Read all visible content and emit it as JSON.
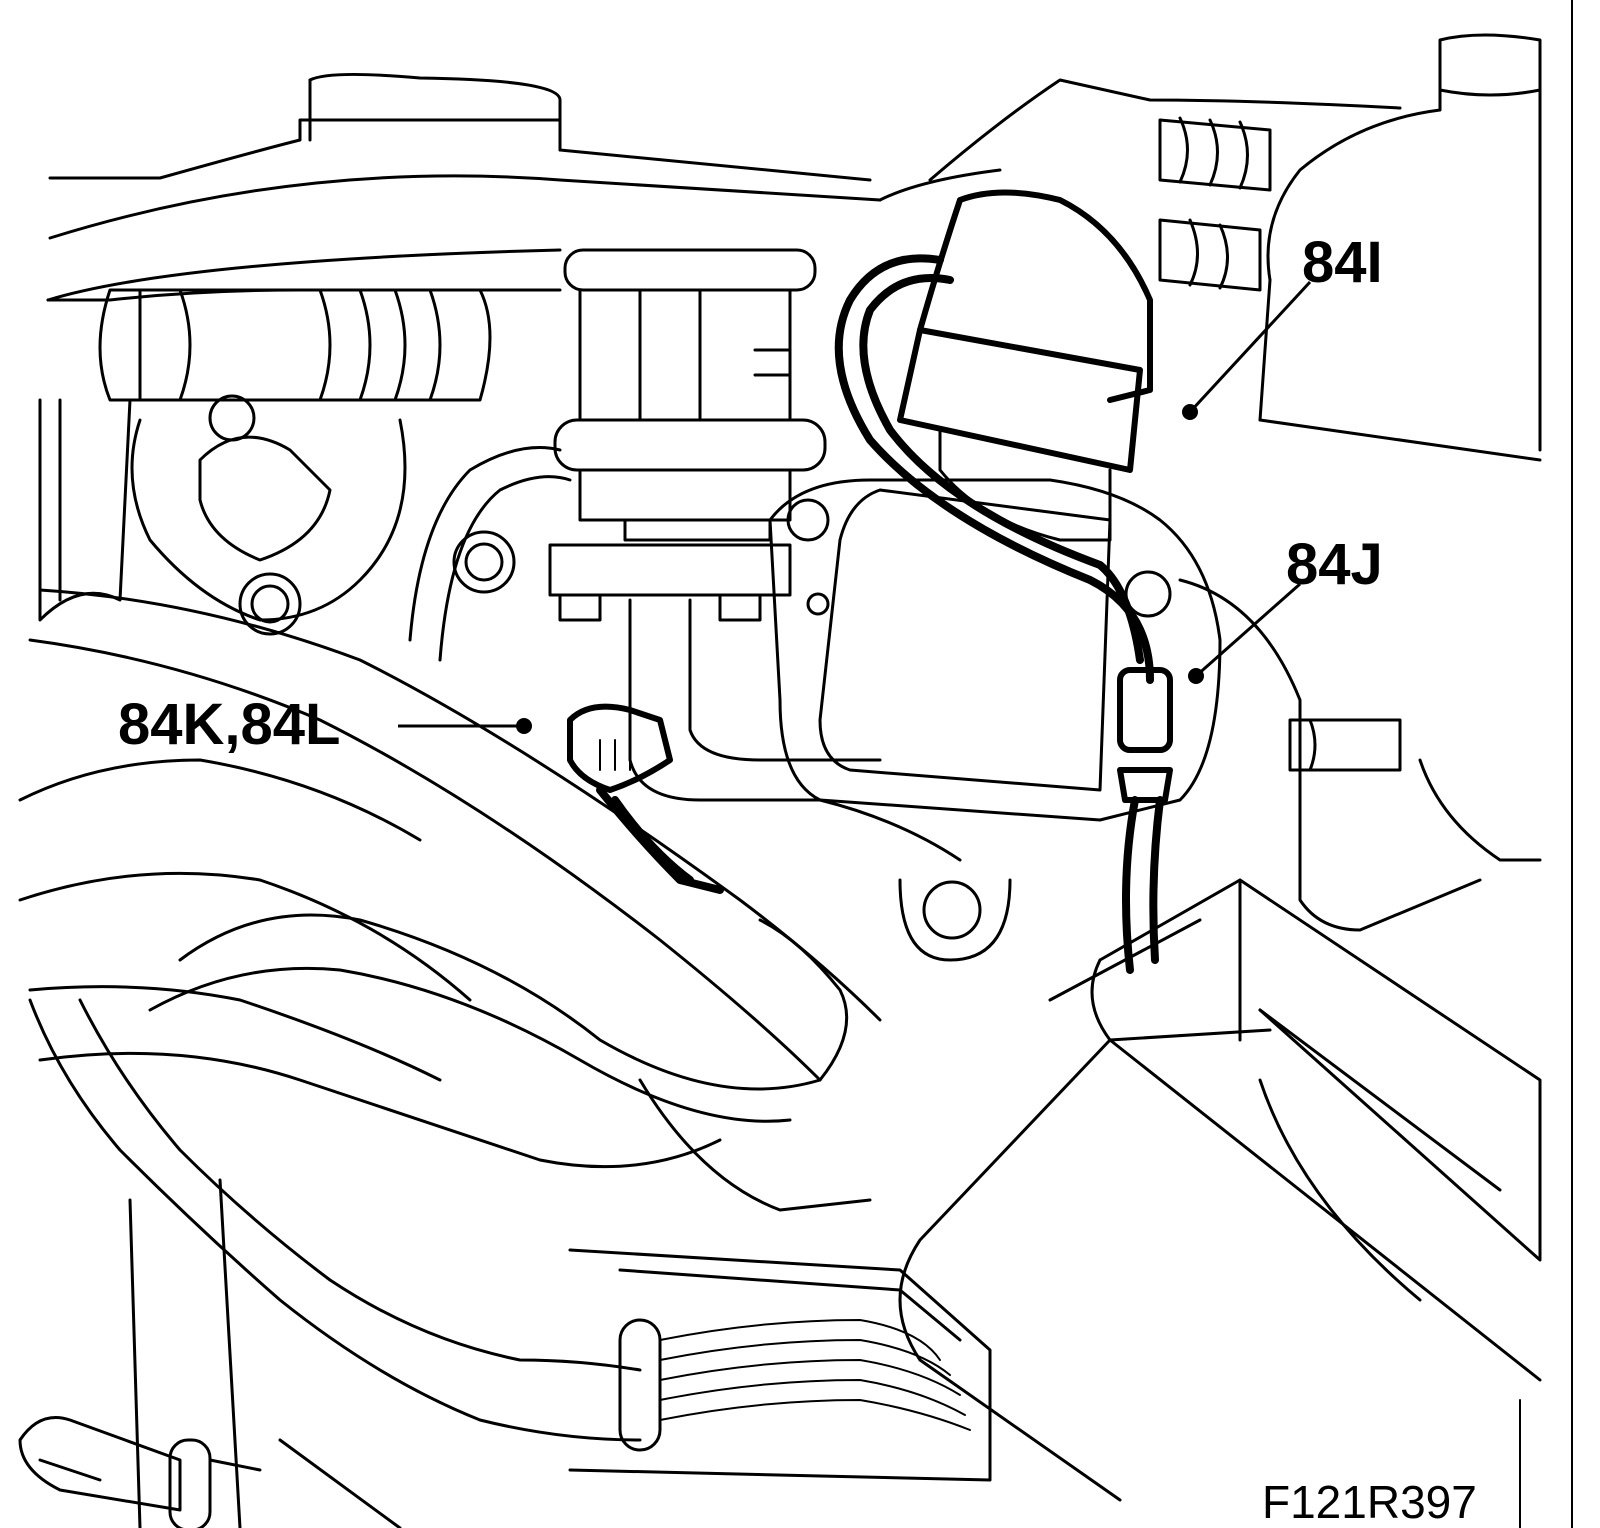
{
  "callouts": [
    {
      "id": "84I",
      "text": "84I"
    },
    {
      "id": "84J",
      "text": "84J"
    },
    {
      "id": "84KL",
      "text": "84K,84L"
    }
  ],
  "figure_code": "F121R397"
}
